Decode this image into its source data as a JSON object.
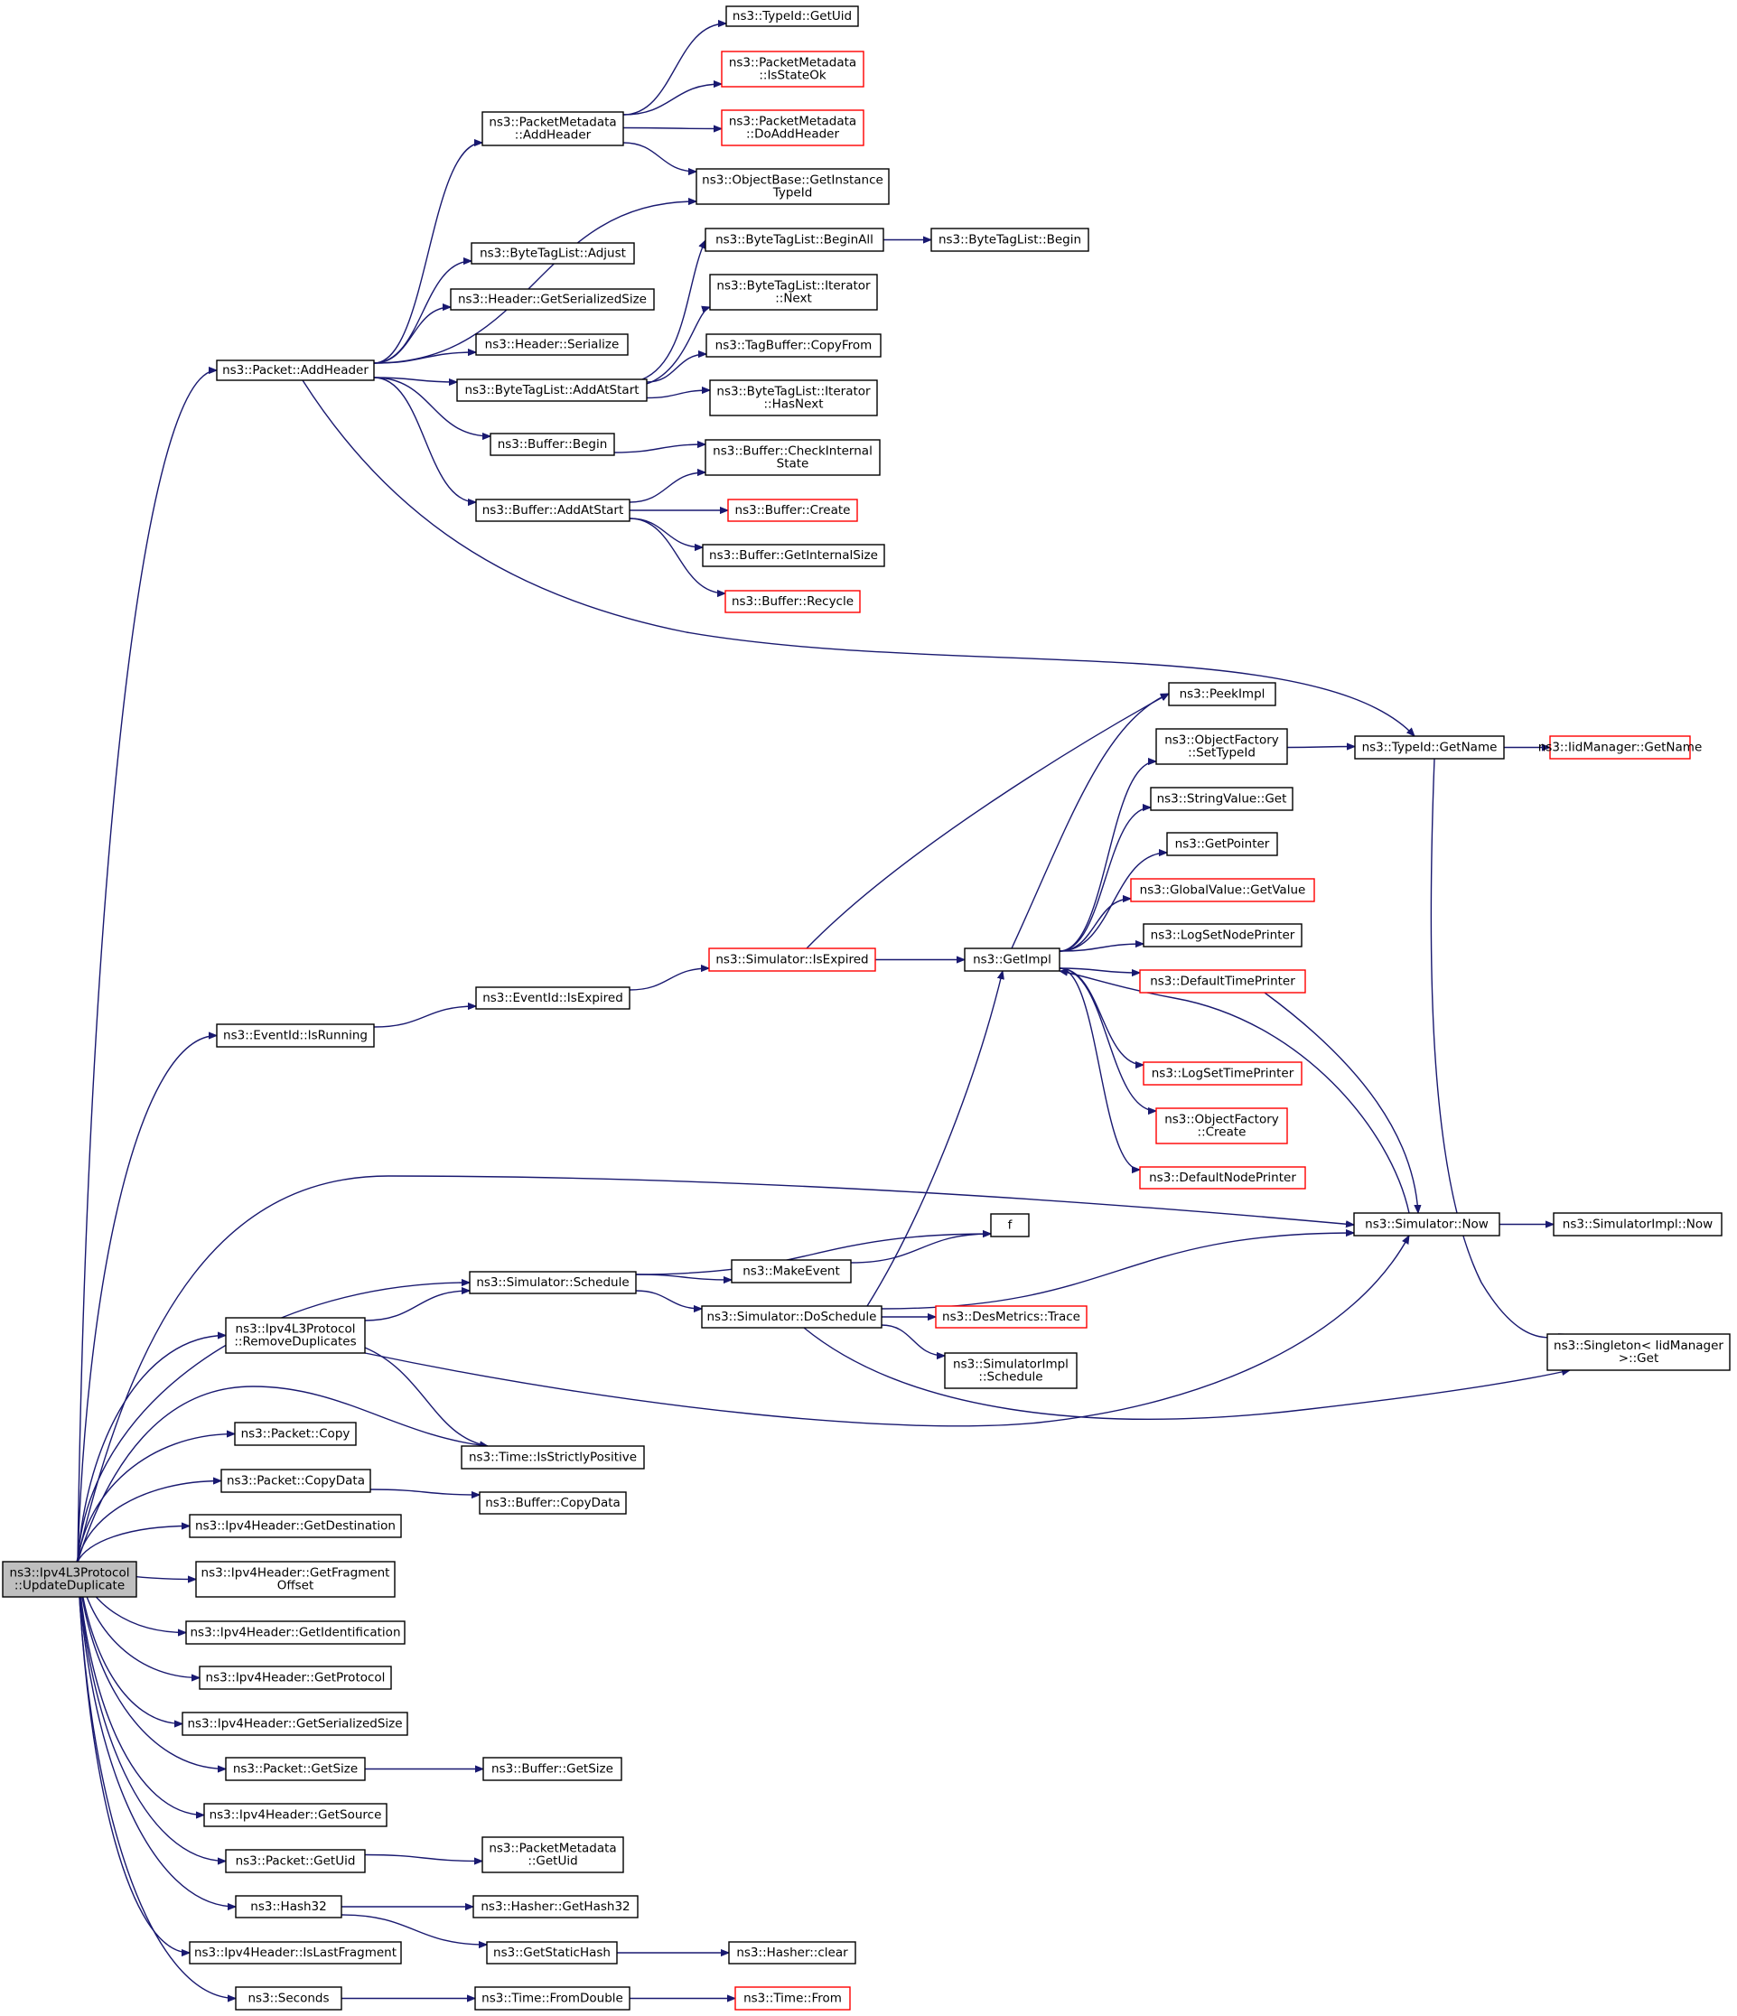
{
  "title": "",
  "colors": {
    "edge": "#191970",
    "box_border": "#000000",
    "box_border_undocumented": "#ff0000",
    "root_fill": "#bfbfbf",
    "box_fill": "#ffffff"
  },
  "nodes": [
    {
      "id": "root",
      "lines": [
        "ns3::Ipv4L3Protocol",
        "::UpdateDuplicate"
      ],
      "style": "root"
    },
    {
      "id": "addheader",
      "lines": [
        "ns3::Packet::AddHeader"
      ],
      "style": "normal"
    },
    {
      "id": "pm_addheader",
      "lines": [
        "ns3::PacketMetadata",
        "::AddHeader"
      ],
      "style": "normal"
    },
    {
      "id": "typeid_getuid",
      "lines": [
        "ns3::TypeId::GetUid"
      ],
      "style": "normal"
    },
    {
      "id": "pm_isstateok",
      "lines": [
        "ns3::PacketMetadata",
        "::IsStateOk"
      ],
      "style": "red"
    },
    {
      "id": "pm_doaddheader",
      "lines": [
        "ns3::PacketMetadata",
        "::DoAddHeader"
      ],
      "style": "red"
    },
    {
      "id": "objbase_getinst",
      "lines": [
        "ns3::ObjectBase::GetInstance",
        "TypeId"
      ],
      "style": "normal"
    },
    {
      "id": "btl_adjust",
      "lines": [
        "ns3::ByteTagList::Adjust"
      ],
      "style": "normal"
    },
    {
      "id": "hdr_getser",
      "lines": [
        "ns3::Header::GetSerializedSize"
      ],
      "style": "normal"
    },
    {
      "id": "hdr_serialize",
      "lines": [
        "ns3::Header::Serialize"
      ],
      "style": "normal"
    },
    {
      "id": "btl_addatstart",
      "lines": [
        "ns3::ByteTagList::AddAtStart"
      ],
      "style": "normal"
    },
    {
      "id": "btl_beginall",
      "lines": [
        "ns3::ByteTagList::BeginAll"
      ],
      "style": "normal"
    },
    {
      "id": "btl_begin",
      "lines": [
        "ns3::ByteTagList::Begin"
      ],
      "style": "normal"
    },
    {
      "id": "btl_it_next",
      "lines": [
        "ns3::ByteTagList::Iterator",
        "::Next"
      ],
      "style": "normal"
    },
    {
      "id": "tagbuf_copyfrom",
      "lines": [
        "ns3::TagBuffer::CopyFrom"
      ],
      "style": "normal"
    },
    {
      "id": "btl_it_hasnext",
      "lines": [
        "ns3::ByteTagList::Iterator",
        "::HasNext"
      ],
      "style": "normal"
    },
    {
      "id": "buf_begin",
      "lines": [
        "ns3::Buffer::Begin"
      ],
      "style": "normal"
    },
    {
      "id": "buf_checkint",
      "lines": [
        "ns3::Buffer::CheckInternal",
        "State"
      ],
      "style": "normal"
    },
    {
      "id": "buf_addatstart",
      "lines": [
        "ns3::Buffer::AddAtStart"
      ],
      "style": "normal"
    },
    {
      "id": "buf_create",
      "lines": [
        "ns3::Buffer::Create"
      ],
      "style": "red"
    },
    {
      "id": "buf_getintsize",
      "lines": [
        "ns3::Buffer::GetInternalSize"
      ],
      "style": "normal"
    },
    {
      "id": "buf_recycle",
      "lines": [
        "ns3::Buffer::Recycle"
      ],
      "style": "red"
    },
    {
      "id": "peekimpl",
      "lines": [
        "ns3::PeekImpl"
      ],
      "style": "normal"
    },
    {
      "id": "of_settypeid",
      "lines": [
        "ns3::ObjectFactory",
        "::SetTypeId"
      ],
      "style": "normal"
    },
    {
      "id": "typeid_getname",
      "lines": [
        "ns3::TypeId::GetName"
      ],
      "style": "normal"
    },
    {
      "id": "iidm_getname",
      "lines": [
        "ns3::IidManager::GetName"
      ],
      "style": "red"
    },
    {
      "id": "stringvalue_get",
      "lines": [
        "ns3::StringValue::Get"
      ],
      "style": "normal"
    },
    {
      "id": "getpointer",
      "lines": [
        "ns3::GetPointer"
      ],
      "style": "normal"
    },
    {
      "id": "globalvalue_getvalue",
      "lines": [
        "ns3::GlobalValue::GetValue"
      ],
      "style": "red"
    },
    {
      "id": "logsetnodeprinter",
      "lines": [
        "ns3::LogSetNodePrinter"
      ],
      "style": "normal"
    },
    {
      "id": "defaulttimeprinter",
      "lines": [
        "ns3::DefaultTimePrinter"
      ],
      "style": "red"
    },
    {
      "id": "eventid_isrunning",
      "lines": [
        "ns3::EventId::IsRunning"
      ],
      "style": "normal"
    },
    {
      "id": "eventid_isexpired",
      "lines": [
        "ns3::EventId::IsExpired"
      ],
      "style": "normal"
    },
    {
      "id": "sim_isexpired",
      "lines": [
        "ns3::Simulator::IsExpired"
      ],
      "style": "red"
    },
    {
      "id": "getimpl",
      "lines": [
        "ns3::GetImpl"
      ],
      "style": "normal"
    },
    {
      "id": "logsettimeprinter",
      "lines": [
        "ns3::LogSetTimePrinter"
      ],
      "style": "red"
    },
    {
      "id": "of_create",
      "lines": [
        "ns3::ObjectFactory",
        "::Create"
      ],
      "style": "red"
    },
    {
      "id": "defaultnodeprinter",
      "lines": [
        "ns3::DefaultNodePrinter"
      ],
      "style": "red"
    },
    {
      "id": "sim_now",
      "lines": [
        "ns3::Simulator::Now"
      ],
      "style": "normal"
    },
    {
      "id": "simimpl_now",
      "lines": [
        "ns3::SimulatorImpl::Now"
      ],
      "style": "normal"
    },
    {
      "id": "f",
      "lines": [
        "f"
      ],
      "style": "normal"
    },
    {
      "id": "sim_schedule",
      "lines": [
        "ns3::Simulator::Schedule"
      ],
      "style": "normal"
    },
    {
      "id": "makeevent",
      "lines": [
        "ns3::MakeEvent"
      ],
      "style": "normal"
    },
    {
      "id": "sim_doschedule",
      "lines": [
        "ns3::Simulator::DoSchedule"
      ],
      "style": "normal"
    },
    {
      "id": "desmetrics_trace",
      "lines": [
        "ns3::DesMetrics::Trace"
      ],
      "style": "red"
    },
    {
      "id": "simimpl_schedule",
      "lines": [
        "ns3::SimulatorImpl",
        "::Schedule"
      ],
      "style": "normal"
    },
    {
      "id": "singleton_get",
      "lines": [
        "ns3::Singleton< IidManager",
        " >::Get"
      ],
      "style": "normal"
    },
    {
      "id": "removedup",
      "lines": [
        "ns3::Ipv4L3Protocol",
        "::RemoveDuplicates"
      ],
      "style": "normal"
    },
    {
      "id": "time_isstrictpos",
      "lines": [
        "ns3::Time::IsStrictlyPositive"
      ],
      "style": "normal"
    },
    {
      "id": "packet_copy",
      "lines": [
        "ns3::Packet::Copy"
      ],
      "style": "normal"
    },
    {
      "id": "packet_copydata",
      "lines": [
        "ns3::Packet::CopyData"
      ],
      "style": "normal"
    },
    {
      "id": "buffer_copydata",
      "lines": [
        "ns3::Buffer::CopyData"
      ],
      "style": "normal"
    },
    {
      "id": "ipv4_getdest",
      "lines": [
        "ns3::Ipv4Header::GetDestination"
      ],
      "style": "normal"
    },
    {
      "id": "ipv4_getfragoff",
      "lines": [
        "ns3::Ipv4Header::GetFragment",
        "Offset"
      ],
      "style": "normal"
    },
    {
      "id": "ipv4_getident",
      "lines": [
        "ns3::Ipv4Header::GetIdentification"
      ],
      "style": "normal"
    },
    {
      "id": "ipv4_getproto",
      "lines": [
        "ns3::Ipv4Header::GetProtocol"
      ],
      "style": "normal"
    },
    {
      "id": "ipv4_getsersize",
      "lines": [
        "ns3::Ipv4Header::GetSerializedSize"
      ],
      "style": "normal"
    },
    {
      "id": "packet_getsize",
      "lines": [
        "ns3::Packet::GetSize"
      ],
      "style": "normal"
    },
    {
      "id": "buffer_getsize",
      "lines": [
        "ns3::Buffer::GetSize"
      ],
      "style": "normal"
    },
    {
      "id": "ipv4_getsource",
      "lines": [
        "ns3::Ipv4Header::GetSource"
      ],
      "style": "normal"
    },
    {
      "id": "packet_getuid",
      "lines": [
        "ns3::Packet::GetUid"
      ],
      "style": "normal"
    },
    {
      "id": "pm_getuid",
      "lines": [
        "ns3::PacketMetadata",
        "::GetUid"
      ],
      "style": "normal"
    },
    {
      "id": "hash32",
      "lines": [
        "ns3::Hash32"
      ],
      "style": "normal"
    },
    {
      "id": "hasher_gethash32",
      "lines": [
        "ns3::Hasher::GetHash32"
      ],
      "style": "normal"
    },
    {
      "id": "getstatichash",
      "lines": [
        "ns3::GetStaticHash"
      ],
      "style": "normal"
    },
    {
      "id": "hasher_clear",
      "lines": [
        "ns3::Hasher::clear"
      ],
      "style": "normal"
    },
    {
      "id": "ipv4_islastfrag",
      "lines": [
        "ns3::Ipv4Header::IsLastFragment"
      ],
      "style": "normal"
    },
    {
      "id": "seconds",
      "lines": [
        "ns3::Seconds"
      ],
      "style": "normal"
    },
    {
      "id": "time_fromdouble",
      "lines": [
        "ns3::Time::FromDouble"
      ],
      "style": "normal"
    },
    {
      "id": "time_from",
      "lines": [
        "ns3::Time::From"
      ],
      "style": "red"
    }
  ],
  "edges": [
    [
      "root",
      "addheader"
    ],
    [
      "root",
      "eventid_isrunning"
    ],
    [
      "root",
      "sim_now"
    ],
    [
      "root",
      "sim_schedule"
    ],
    [
      "root",
      "removedup"
    ],
    [
      "root",
      "time_isstrictpos"
    ],
    [
      "root",
      "packet_copy"
    ],
    [
      "root",
      "packet_copydata"
    ],
    [
      "root",
      "ipv4_getdest"
    ],
    [
      "root",
      "ipv4_getfragoff"
    ],
    [
      "root",
      "ipv4_getident"
    ],
    [
      "root",
      "ipv4_getproto"
    ],
    [
      "root",
      "ipv4_getsersize"
    ],
    [
      "root",
      "packet_getsize"
    ],
    [
      "root",
      "ipv4_getsource"
    ],
    [
      "root",
      "packet_getuid"
    ],
    [
      "root",
      "hash32"
    ],
    [
      "root",
      "ipv4_islastfrag"
    ],
    [
      "root",
      "seconds"
    ],
    [
      "addheader",
      "pm_addheader"
    ],
    [
      "addheader",
      "objbase_getinst"
    ],
    [
      "addheader",
      "btl_adjust"
    ],
    [
      "addheader",
      "hdr_getser"
    ],
    [
      "addheader",
      "hdr_serialize"
    ],
    [
      "addheader",
      "btl_addatstart"
    ],
    [
      "addheader",
      "buf_begin"
    ],
    [
      "addheader",
      "buf_addatstart"
    ],
    [
      "addheader",
      "typeid_getname"
    ],
    [
      "pm_addheader",
      "typeid_getuid"
    ],
    [
      "pm_addheader",
      "pm_isstateok"
    ],
    [
      "pm_addheader",
      "pm_doaddheader"
    ],
    [
      "pm_addheader",
      "objbase_getinst"
    ],
    [
      "btl_addatstart",
      "btl_beginall"
    ],
    [
      "btl_addatstart",
      "btl_it_next"
    ],
    [
      "btl_addatstart",
      "tagbuf_copyfrom"
    ],
    [
      "btl_addatstart",
      "btl_it_hasnext"
    ],
    [
      "btl_beginall",
      "btl_begin"
    ],
    [
      "buf_begin",
      "buf_checkint"
    ],
    [
      "buf_addatstart",
      "buf_checkint"
    ],
    [
      "buf_addatstart",
      "buf_create"
    ],
    [
      "buf_addatstart",
      "buf_getintsize"
    ],
    [
      "buf_addatstart",
      "buf_recycle"
    ],
    [
      "of_settypeid",
      "typeid_getname"
    ],
    [
      "typeid_getname",
      "iidm_getname"
    ],
    [
      "typeid_getname",
      "singleton_get"
    ],
    [
      "eventid_isrunning",
      "eventid_isexpired"
    ],
    [
      "eventid_isexpired",
      "sim_isexpired"
    ],
    [
      "sim_isexpired",
      "peekimpl"
    ],
    [
      "sim_isexpired",
      "getimpl"
    ],
    [
      "getimpl",
      "peekimpl"
    ],
    [
      "getimpl",
      "of_settypeid"
    ],
    [
      "getimpl",
      "stringvalue_get"
    ],
    [
      "getimpl",
      "getpointer"
    ],
    [
      "getimpl",
      "globalvalue_getvalue"
    ],
    [
      "getimpl",
      "logsetnodeprinter"
    ],
    [
      "getimpl",
      "defaulttimeprinter"
    ],
    [
      "getimpl",
      "logsettimeprinter"
    ],
    [
      "getimpl",
      "of_create"
    ],
    [
      "getimpl",
      "defaultnodeprinter"
    ],
    [
      "defaulttimeprinter",
      "sim_now"
    ],
    [
      "sim_now",
      "getimpl"
    ],
    [
      "sim_now",
      "simimpl_now"
    ],
    [
      "sim_schedule",
      "f"
    ],
    [
      "sim_schedule",
      "makeevent"
    ],
    [
      "sim_schedule",
      "sim_doschedule"
    ],
    [
      "makeevent",
      "f"
    ],
    [
      "sim_doschedule",
      "getimpl"
    ],
    [
      "sim_doschedule",
      "sim_now"
    ],
    [
      "sim_doschedule",
      "desmetrics_trace"
    ],
    [
      "sim_doschedule",
      "simimpl_schedule"
    ],
    [
      "sim_doschedule",
      "singleton_get"
    ],
    [
      "removedup",
      "sim_schedule"
    ],
    [
      "removedup",
      "sim_now"
    ],
    [
      "removedup",
      "time_isstrictpos"
    ],
    [
      "packet_copydata",
      "buffer_copydata"
    ],
    [
      "packet_getsize",
      "buffer_getsize"
    ],
    [
      "packet_getuid",
      "pm_getuid"
    ],
    [
      "hash32",
      "hasher_gethash32"
    ],
    [
      "hash32",
      "getstatichash"
    ],
    [
      "getstatichash",
      "hasher_clear"
    ],
    [
      "seconds",
      "time_fromdouble"
    ],
    [
      "time_fromdouble",
      "time_from"
    ]
  ]
}
